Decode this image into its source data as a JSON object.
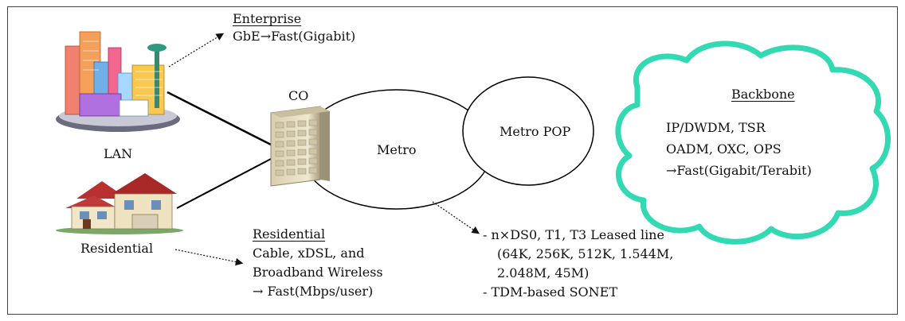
{
  "enterprise": {
    "title": "Enterprise",
    "speed": "GbE→Fast(Gigabit)"
  },
  "labels": {
    "co": "CO",
    "lan": "LAN",
    "residential": "Residential",
    "metro": "Metro",
    "metro_pop": "Metro POP"
  },
  "backbone": {
    "title": "Backbone",
    "line1": "IP/DWDM, TSR",
    "line2": "OADM, OXC, OPS",
    "line3": "→Fast(Gigabit/Terabit)"
  },
  "residential_note": {
    "title": "Residential",
    "line1": "Cable, xDSL, and",
    "line2": "Broadband Wireless",
    "line3": "→ Fast(Mbps/user)"
  },
  "metro_note": {
    "line1": "- n×DS0, T1, T3 Leased line",
    "line2": "(64K, 256K, 512K, 1.544M,",
    "line3": "2.048M, 45M)",
    "line4": "- TDM-based SONET"
  },
  "colors": {
    "cloud_outline": "#33d9b2",
    "building_tan": "#e8dfc4"
  }
}
